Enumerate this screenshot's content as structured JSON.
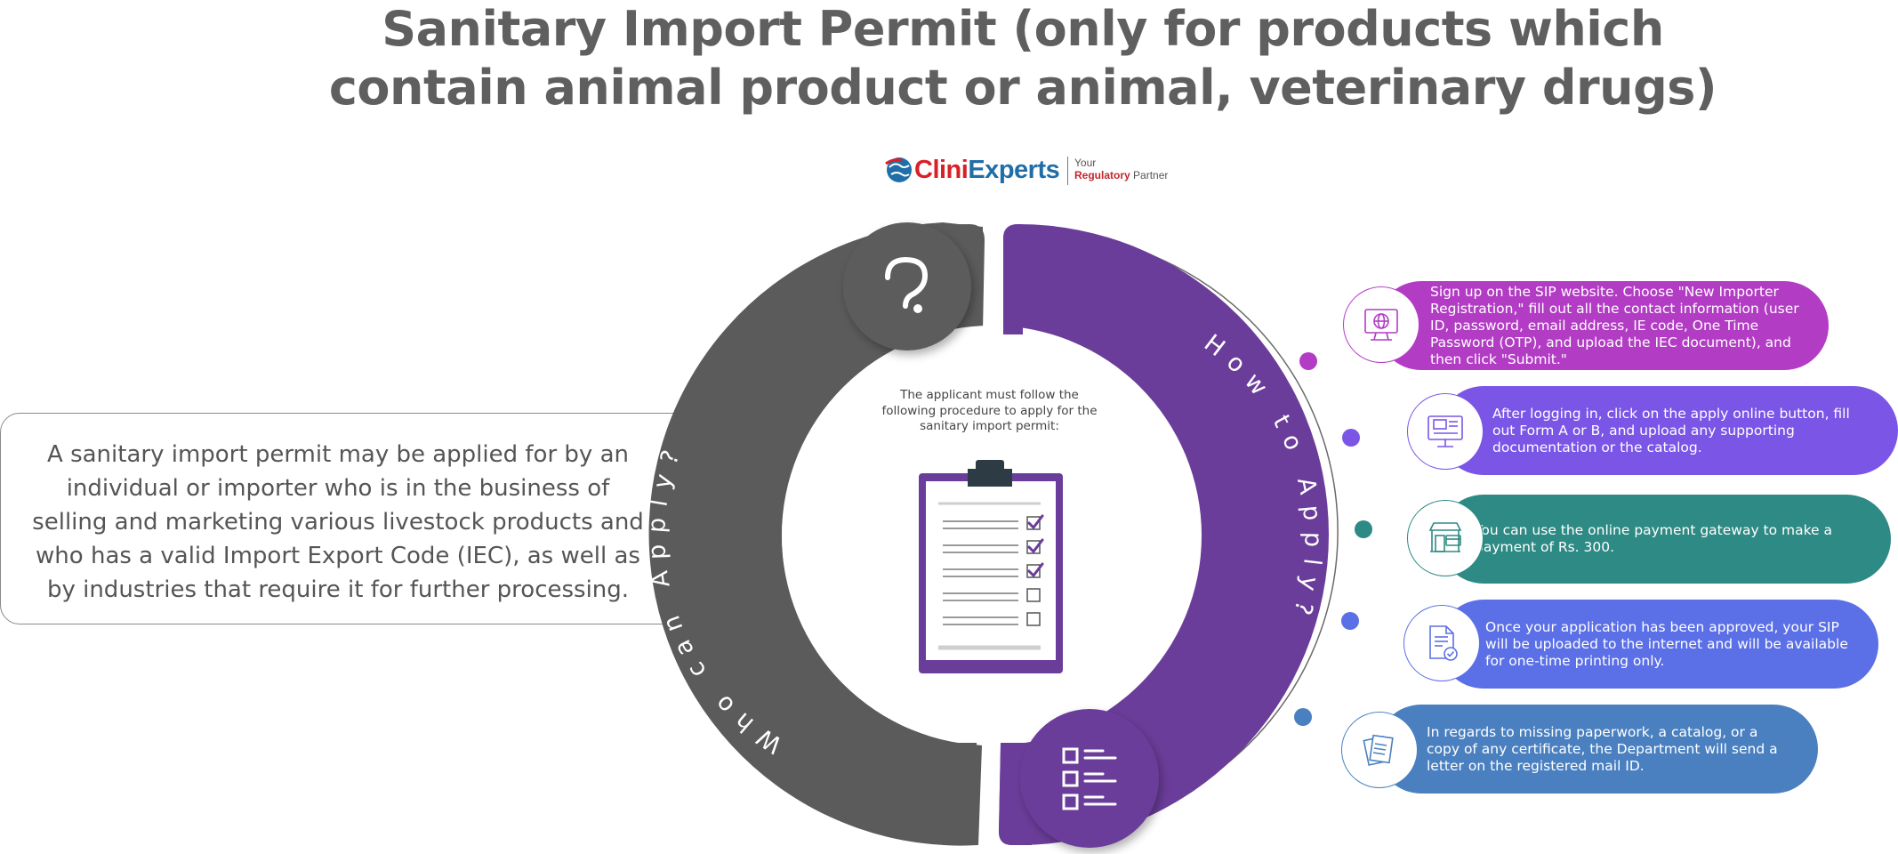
{
  "title": "Sanitary Import Permit (only for products which contain animal product or animal, veterinary drugs)",
  "logo": {
    "name_part1": "Clini",
    "name_part2": "Experts",
    "tagline_line1": "Your",
    "tagline_highlight": "Regulatory",
    "tagline_end": "Partner"
  },
  "who_can_apply": {
    "arc_label": "Who can Apply?",
    "description": "A sanitary import permit may be applied for by an individual or importer who is in the business of selling and marketing various livestock products and who has a valid Import Export Code (IEC), as well as by industries that require it for further processing."
  },
  "how_to_apply": {
    "arc_label": "How to Apply?",
    "intro": "The applicant must follow the following procedure to apply for the sanitary import permit:"
  },
  "steps": [
    {
      "icon": "computer-globe-icon",
      "color": "#b23cc4",
      "text": "Sign up on the SIP website. Choose \"New Importer Registration,\" fill out all the contact information (user ID, password, email address, IE code, One Time Password (OTP), and upload the IEC document), and then click \"Submit.\""
    },
    {
      "icon": "online-form-icon",
      "color": "#7b55e6",
      "text": "After logging in, click on the apply online button, fill out Form A or B, and upload any supporting documentation or the catalog."
    },
    {
      "icon": "online-payment-icon",
      "color": "#2e8a84",
      "text": "You can use the online payment gateway to make a payment of Rs. 300."
    },
    {
      "icon": "approved-document-icon",
      "color": "#5b6fe6",
      "text": "Once your application has been approved, your SIP will be uploaded to the internet and will be available for one-time printing only."
    },
    {
      "icon": "paperwork-icon",
      "color": "#4a80c0",
      "text": "In regards to missing paperwork, a catalog, or a copy of any certificate, the Department will send a letter on the registered mail ID."
    }
  ],
  "colors": {
    "title": "#5f5f5f",
    "gray_arc": "#5b5b5b",
    "purple_arc": "#6b3d9a",
    "clipboard": "#6b3d9a"
  }
}
